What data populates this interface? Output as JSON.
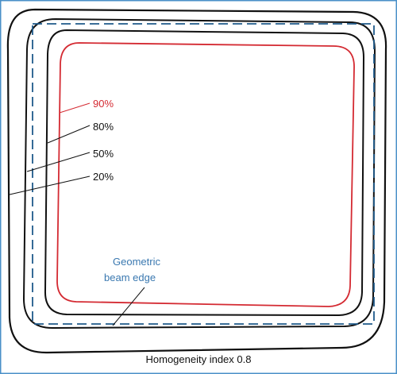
{
  "isodose_labels": {
    "p90": "90%",
    "p80": "80%",
    "p50": "50%",
    "p20": "20%"
  },
  "geometric_edge_label": {
    "line1": "Geometric",
    "line2": "beam edge"
  },
  "caption": "Homogeneity index 0.8",
  "colors": {
    "frame": "#4a90c8",
    "isodose_90": "#d42a32",
    "isodose_other": "#111111",
    "beam_edge": "#1f5a8a",
    "beam_edge_text": "#3a78b0",
    "caption_text": "#111111"
  }
}
